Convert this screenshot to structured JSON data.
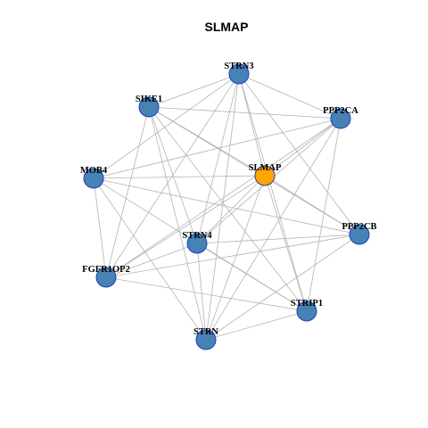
{
  "title": "SLMAP",
  "colors": {
    "node_default": "#4682b4",
    "node_highlight": "#ffa500",
    "node_border": "#1f3fb8",
    "edge": "#b3b3b3"
  },
  "nodes": [
    {
      "id": "STRN3",
      "label": "STRN3",
      "highlight": false
    },
    {
      "id": "SIKE1",
      "label": "SIKE1",
      "highlight": false
    },
    {
      "id": "PPP2CA",
      "label": "PPP2CA",
      "highlight": false
    },
    {
      "id": "SLMAP",
      "label": "SLMAP",
      "highlight": true
    },
    {
      "id": "MOB4",
      "label": "MOB4",
      "highlight": false
    },
    {
      "id": "PPP2CB",
      "label": "PPP2CB",
      "highlight": false
    },
    {
      "id": "STRN4",
      "label": "STRN4",
      "highlight": false
    },
    {
      "id": "FGFR1OP2",
      "label": "FGFR1OP2",
      "highlight": false
    },
    {
      "id": "STRIP1",
      "label": "STRIP1",
      "highlight": false
    },
    {
      "id": "STRN",
      "label": "STRN",
      "highlight": false
    }
  ],
  "edges": [
    [
      "STRN3",
      "SIKE1"
    ],
    [
      "STRN3",
      "PPP2CA"
    ],
    [
      "STRN3",
      "SLMAP"
    ],
    [
      "STRN3",
      "MOB4"
    ],
    [
      "STRN3",
      "PPP2CB"
    ],
    [
      "STRN3",
      "STRN4"
    ],
    [
      "STRN3",
      "FGFR1OP2"
    ],
    [
      "STRN3",
      "STRIP1"
    ],
    [
      "STRN3",
      "STRN"
    ],
    [
      "SIKE1",
      "PPP2CA"
    ],
    [
      "SIKE1",
      "SLMAP"
    ],
    [
      "SIKE1",
      "PPP2CB"
    ],
    [
      "SIKE1",
      "STRN4"
    ],
    [
      "SIKE1",
      "FGFR1OP2"
    ],
    [
      "SIKE1",
      "STRIP1"
    ],
    [
      "SIKE1",
      "STRN"
    ],
    [
      "PPP2CA",
      "SLMAP"
    ],
    [
      "PPP2CA",
      "MOB4"
    ],
    [
      "PPP2CA",
      "STRN4"
    ],
    [
      "PPP2CA",
      "FGFR1OP2"
    ],
    [
      "PPP2CA",
      "STRIP1"
    ],
    [
      "PPP2CA",
      "STRN"
    ],
    [
      "SLMAP",
      "MOB4"
    ],
    [
      "SLMAP",
      "PPP2CB"
    ],
    [
      "SLMAP",
      "STRN4"
    ],
    [
      "SLMAP",
      "FGFR1OP2"
    ],
    [
      "SLMAP",
      "STRIP1"
    ],
    [
      "SLMAP",
      "STRN"
    ],
    [
      "MOB4",
      "PPP2CB"
    ],
    [
      "MOB4",
      "FGFR1OP2"
    ],
    [
      "MOB4",
      "STRIP1"
    ],
    [
      "MOB4",
      "STRN"
    ],
    [
      "PPP2CB",
      "STRN4"
    ],
    [
      "PPP2CB",
      "FGFR1OP2"
    ],
    [
      "PPP2CB",
      "STRN"
    ],
    [
      "STRN4",
      "FGFR1OP2"
    ],
    [
      "STRN4",
      "STRIP1"
    ],
    [
      "STRN4",
      "STRN"
    ],
    [
      "FGFR1OP2",
      "STRIP1"
    ],
    [
      "STRIP1",
      "STRN"
    ]
  ]
}
